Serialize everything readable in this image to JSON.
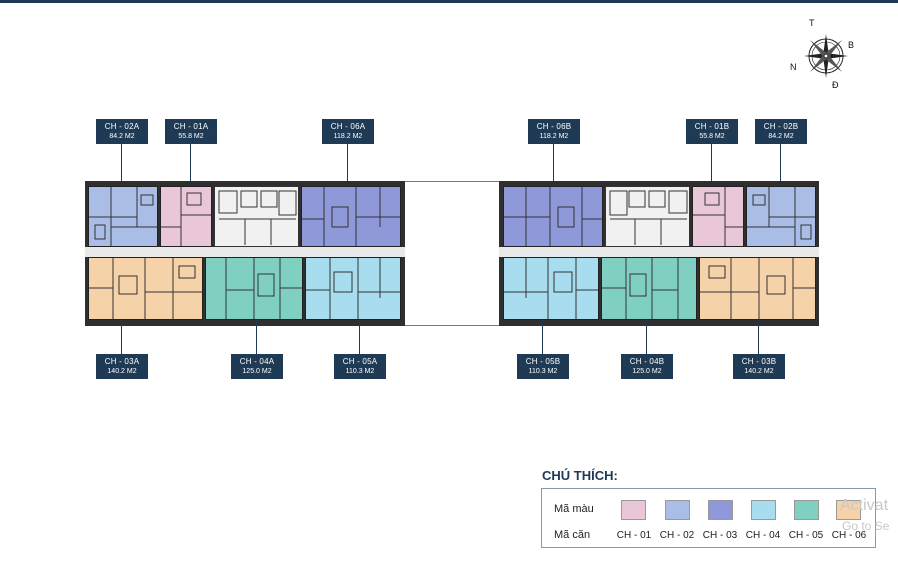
{
  "compass": {
    "t": "T",
    "b": "B",
    "n": "N",
    "d": "Đ"
  },
  "colors": {
    "ch01": "#e9c7d8",
    "ch02": "#a9bde6",
    "ch03": "#8f98d8",
    "ch04": "#a8dcef",
    "ch05": "#7fd0c0",
    "ch06": "#f6d2a8",
    "tag": "#1f3a55"
  },
  "tags_top": [
    {
      "code": "CH - 02A",
      "area": "84.2 M2"
    },
    {
      "code": "CH - 01A",
      "area": "55.8 M2"
    },
    {
      "code": "CH - 06A",
      "area": "118.2 M2"
    },
    {
      "code": "CH - 06B",
      "area": "118.2 M2"
    },
    {
      "code": "CH - 01B",
      "area": "55.8 M2"
    },
    {
      "code": "CH - 02B",
      "area": "84.2 M2"
    }
  ],
  "tags_bottom": [
    {
      "code": "CH - 03A",
      "area": "140.2 M2"
    },
    {
      "code": "CH - 04A",
      "area": "125.0 M2"
    },
    {
      "code": "CH - 05A",
      "area": "110.3 M2"
    },
    {
      "code": "CH - 05B",
      "area": "110.3 M2"
    },
    {
      "code": "CH - 04B",
      "area": "125.0 M2"
    },
    {
      "code": "CH - 03B",
      "area": "140.2 M2"
    }
  ],
  "legend": {
    "title": "CHÚ THÍCH:",
    "color_label": "Mã màu",
    "unit_label": "Mã căn",
    "codes": [
      "CH - 01",
      "CH - 02",
      "CH - 03",
      "CH - 04",
      "CH - 05",
      "CH - 06"
    ]
  },
  "watermark": {
    "line1": "Activat",
    "line2": "Go to Se"
  }
}
